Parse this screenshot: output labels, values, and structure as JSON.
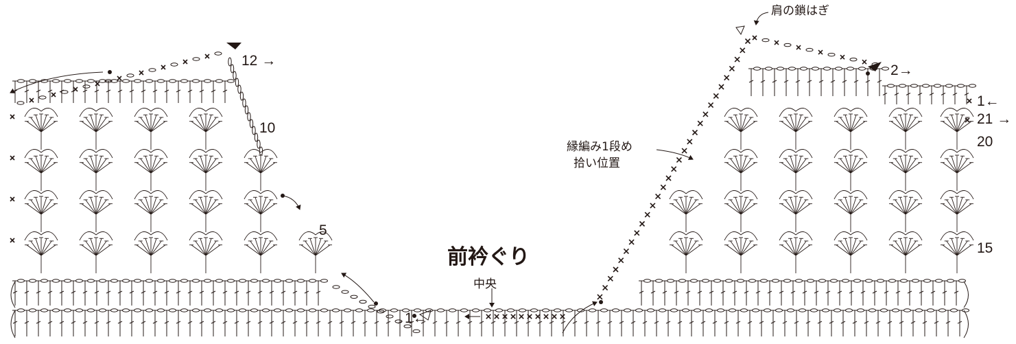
{
  "title": "前衿ぐり",
  "center_label": "中央",
  "shoulder_note": "肩の鎖はぎ",
  "edging_note_line1": "縁編み1段め",
  "edging_note_line2": "拾い位置",
  "rows_left": {
    "r12": "12 →",
    "r10": "10",
    "r5": "5",
    "r1": "1←"
  },
  "rows_right": {
    "r2": "2→",
    "r1": "1←",
    "r21": "21 →",
    "r20": "20",
    "r15": "15"
  },
  "colors": {
    "ink": "#231815",
    "background": "#ffffff"
  }
}
